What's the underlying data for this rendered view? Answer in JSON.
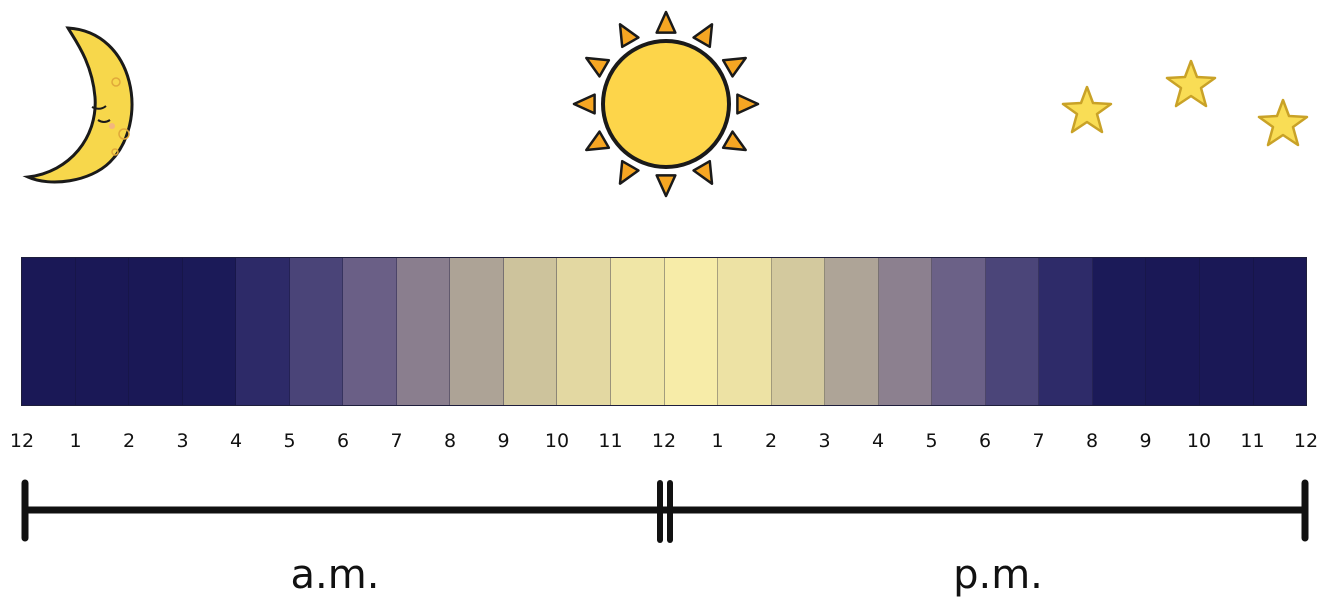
{
  "icons": {
    "left": "crescent-moon-icon",
    "center": "sun-icon",
    "right": "stars-icon"
  },
  "hours": [
    "12",
    "1",
    "2",
    "3",
    "4",
    "5",
    "6",
    "7",
    "8",
    "9",
    "10",
    "11",
    "12",
    "1",
    "2",
    "3",
    "4",
    "5",
    "6",
    "7",
    "8",
    "9",
    "10",
    "11",
    "12"
  ],
  "segment_colors": [
    "#1a1856",
    "#1a1856",
    "#1a1856",
    "#1b1a58",
    "#2d2a68",
    "#4a4478",
    "#6a5f86",
    "#8a7e8e",
    "#ada396",
    "#cdc39c",
    "#e3d8a2",
    "#f0e6a6",
    "#f7eca8",
    "#ede2a4",
    "#d3c99e",
    "#aea497",
    "#8c808f",
    "#6b6187",
    "#4b4579",
    "#2e2b69",
    "#1b1a58",
    "#1a1856",
    "#1a1856",
    "#1a1856"
  ],
  "colors": {
    "moon": "#f7d74b",
    "sun": "#fdd54a",
    "sun_ray": "#f6a623",
    "star": "#f9dd55",
    "outline": "#1a1a1a"
  },
  "periods": {
    "am": "a.m.",
    "pm": "p.m."
  }
}
